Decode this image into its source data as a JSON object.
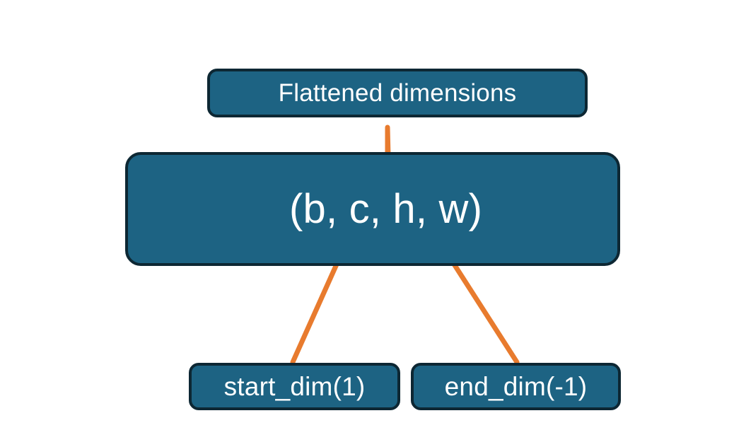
{
  "diagram": {
    "title_text": "Flattened dimensions",
    "background_color": "#ffffff",
    "nodes": {
      "flattened": {
        "label": "Flattened dimensions",
        "fill": "#1d6383",
        "border": "#0d2733",
        "text_color": "#ffffff"
      },
      "shape": {
        "label": "(b, c, h, w)",
        "fill": "#1d6383",
        "border": "#0d2733",
        "text_color": "#ffffff"
      },
      "start_dim": {
        "label": "start_dim(1)",
        "fill": "#1d6383",
        "border": "#0d2733",
        "text_color": "#ffffff"
      },
      "end_dim": {
        "label": "end_dim(-1)",
        "fill": "#1d6383",
        "border": "#0d2733",
        "text_color": "#ffffff"
      }
    },
    "connectors": {
      "accent_color": "#e87b2e",
      "brace": {
        "name": "curly-brace",
        "spans_label": "c, h, w",
        "points_to": "Flattened dimensions"
      },
      "arrow_start_dim": {
        "name": "arrow-start-dim-to-shape",
        "from": "start_dim(1)",
        "to": "c"
      },
      "arrow_end_dim": {
        "name": "arrow-end-dim-to-shape",
        "from": "end_dim(-1)",
        "to": "w"
      }
    }
  }
}
